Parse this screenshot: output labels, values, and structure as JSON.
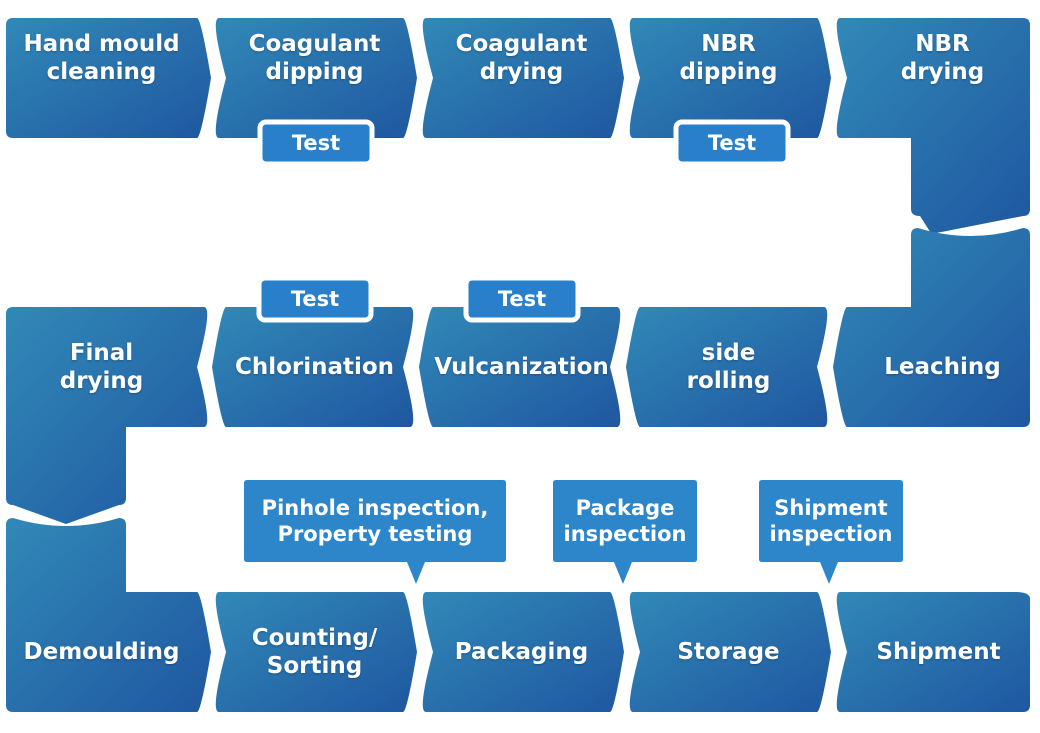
{
  "colors": {
    "step_light": "#3189b8",
    "step_dark": "#1f57a0",
    "tag_fill": "#2a7fca",
    "tag_border": "#ffffff",
    "callout_fill": "#2d86c9",
    "text": "#ffffff"
  },
  "rows": [
    {
      "direction": "left-to-right",
      "steps": [
        {
          "id": "hand-mould-cleaning",
          "label": "Hand mould\ncleaning"
        },
        {
          "id": "coagulant-dipping",
          "label": "Coagulant\ndipping",
          "tag": "Test"
        },
        {
          "id": "coagulant-drying",
          "label": "Coagulant\ndrying"
        },
        {
          "id": "nbr-dipping",
          "label": "NBR\ndipping",
          "tag": "Test"
        },
        {
          "id": "nbr-drying",
          "label": "NBR\ndrying"
        }
      ]
    },
    {
      "direction": "right-to-left",
      "steps": [
        {
          "id": "leaching",
          "label": "Leaching"
        },
        {
          "id": "side-rolling",
          "label": "side\nrolling"
        },
        {
          "id": "vulcanization",
          "label": "Vulcanization",
          "tag": "Test"
        },
        {
          "id": "chlorination",
          "label": "Chlorination",
          "tag": "Test"
        },
        {
          "id": "final-drying",
          "label": "Final\ndrying"
        }
      ]
    },
    {
      "direction": "left-to-right",
      "steps": [
        {
          "id": "demoulding",
          "label": "Demoulding"
        },
        {
          "id": "counting-sorting",
          "label": "Counting/\nSorting"
        },
        {
          "id": "packaging",
          "label": "Packaging"
        },
        {
          "id": "storage",
          "label": "Storage"
        },
        {
          "id": "shipment",
          "label": "Shipment"
        }
      ]
    }
  ],
  "callouts": [
    {
      "id": "pinhole-property",
      "text": "Pinhole inspection,\nProperty testing"
    },
    {
      "id": "package-inspection",
      "text": "Package\ninspection"
    },
    {
      "id": "shipment-inspection",
      "text": "Shipment\ninspection"
    }
  ]
}
